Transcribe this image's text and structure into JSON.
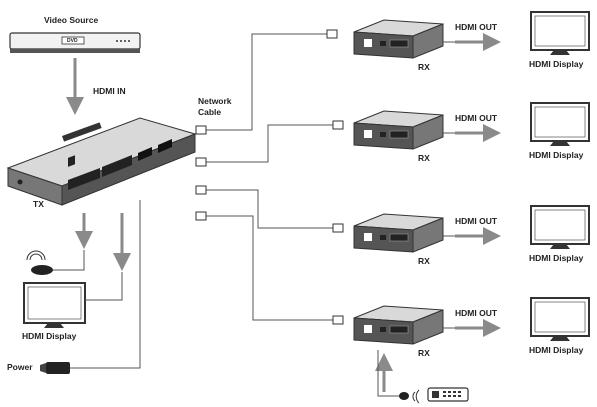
{
  "labels": {
    "video_source": "Video Source",
    "dvd": "DVD",
    "hdmi_in": "HDMI IN",
    "network_cable_line1": "Network",
    "network_cable_line2": "Cable",
    "tx": "TX",
    "hdmi_display": "HDMI Display",
    "power": "Power",
    "rx": "RX",
    "hdmi_out": "HDMI OUT"
  },
  "receivers": [
    {
      "rx_label": "RX",
      "out_label": "HDMI OUT",
      "display_label": "HDMI Display"
    },
    {
      "rx_label": "RX",
      "out_label": "HDMI OUT",
      "display_label": "HDMI Display"
    },
    {
      "rx_label": "RX",
      "out_label": "HDMI OUT",
      "display_label": "HDMI Display"
    },
    {
      "rx_label": "RX",
      "out_label": "HDMI OUT",
      "display_label": "HDMI Display"
    }
  ],
  "colors": {
    "line": "#555555",
    "arrow": "#8a8a8a",
    "device_dark": "#2f2f2f",
    "device_mid": "#6b6b6b",
    "device_light": "#d9d9d9"
  }
}
